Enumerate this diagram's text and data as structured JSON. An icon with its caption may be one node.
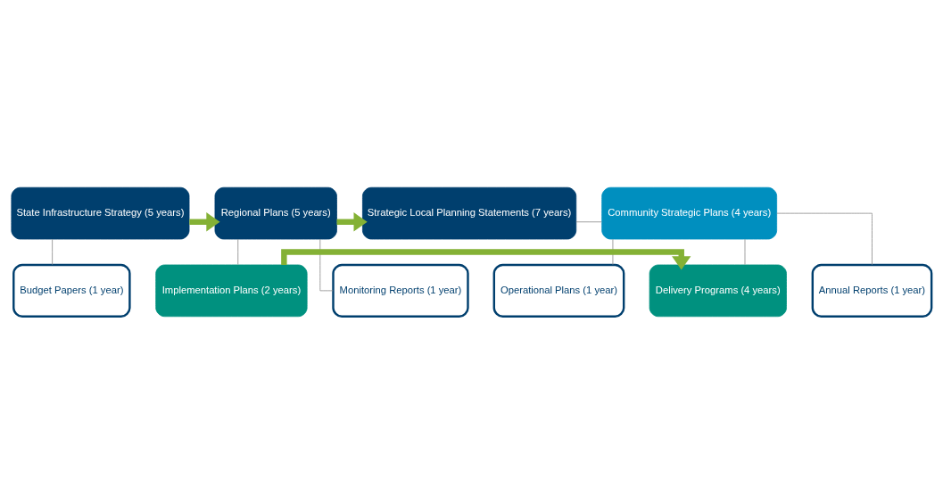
{
  "diagram": {
    "nodes": [
      {
        "text": [
          "State Infrastructure Strategy (5 years)"
        ]
      },
      {
        "text": [
          "Regional Plans (5 years)"
        ]
      },
      {
        "text": [
          "Strategic Local Planning Statements (7 years)"
        ]
      },
      {
        "text": [
          "Community Strategic Plans (4 years)"
        ]
      },
      {
        "text": [
          "Implementation Plans (2 years)"
        ]
      },
      {
        "text": [
          "Delivery Programs (4 years)"
        ]
      },
      {
        "text": [
          "Budget Papers (1 year)"
        ]
      },
      {
        "text": [
          "Monitoring Reports (1 year)"
        ]
      },
      {
        "text": [
          "Operational Plans (1 year)"
        ]
      },
      {
        "text": [
          "Annual Reports (1 year)"
        ]
      }
    ],
    "edges": [
      {
        "from": 0,
        "to": 1,
        "arrow": "to",
        "style": "thick",
        "color": "#84b135"
      },
      {
        "from": 1,
        "to": 2,
        "arrow": "to",
        "style": "thick",
        "color": "#84b135"
      },
      {
        "from": 2,
        "to": 3,
        "arrow": "none"
      },
      {
        "from": 4,
        "to": 5,
        "arrow": "to",
        "style": "thick",
        "color": "#84b135"
      },
      {
        "from": 0,
        "to": 6,
        "arrow": "none"
      },
      {
        "from": 1,
        "to": 4,
        "arrow": "none"
      },
      {
        "from": 1,
        "to": 7,
        "arrow": "none"
      },
      {
        "from": 3,
        "to": 5,
        "arrow": "none"
      },
      {
        "from": 3,
        "to": 8,
        "arrow": "none"
      },
      {
        "from": 3,
        "to": 9,
        "arrow": "none"
      }
    ]
  }
}
